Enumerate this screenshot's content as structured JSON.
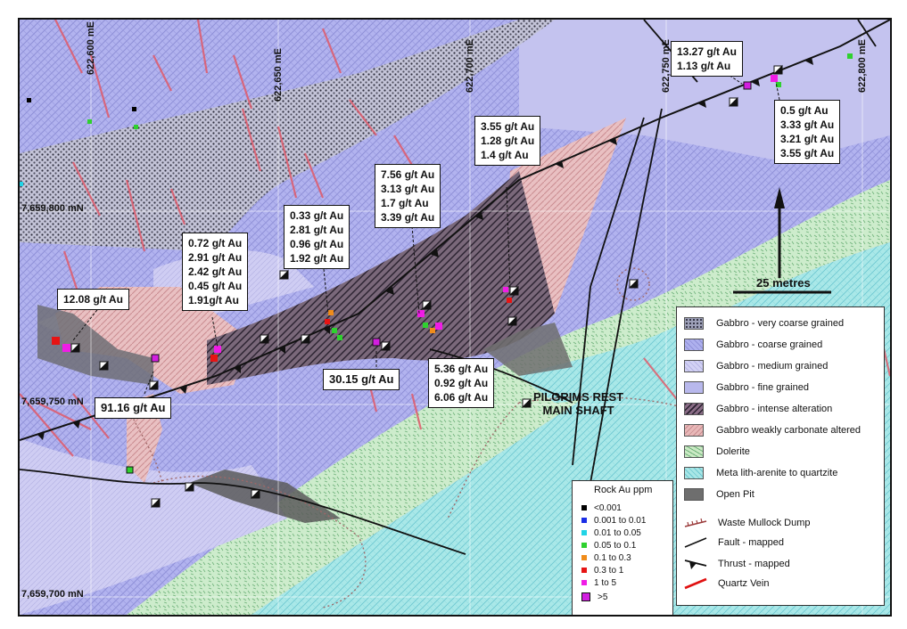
{
  "coordinates": {
    "easting": [
      "622,600 mE",
      "622,650 mE",
      "622,700 mE",
      "622,750 mE",
      "622,800 mE"
    ],
    "northing": [
      "7,659,800 mN",
      "7,659,750 mN",
      "7,659,700 mN"
    ]
  },
  "callouts": [
    {
      "id": "c-12-08",
      "lines": [
        "12.08 g/t Au"
      ]
    },
    {
      "id": "c-91-16",
      "lines": [
        "91.16 g/t Au"
      ]
    },
    {
      "id": "c-0-72",
      "lines": [
        "0.72 g/t Au",
        "2.91 g/t Au",
        "2.42 g/t Au",
        "0.45 g/t Au",
        "1.91g/t Au"
      ]
    },
    {
      "id": "c-0-33",
      "lines": [
        "0.33 g/t Au",
        "2.81 g/t Au",
        "0.96 g/t Au",
        "1.92 g/t Au"
      ]
    },
    {
      "id": "c-30-15",
      "lines": [
        "30.15 g/t Au"
      ]
    },
    {
      "id": "c-7-56",
      "lines": [
        "7.56 g/t Au",
        "3.13 g/t Au",
        "1.7 g/t Au",
        "3.39 g/t Au"
      ]
    },
    {
      "id": "c-5-36",
      "lines": [
        "5.36 g/t Au",
        "0.92 g/t Au",
        "6.06 g/t Au"
      ]
    },
    {
      "id": "c-3-55",
      "lines": [
        "3.55 g/t Au",
        "1.28 g/t Au",
        "1.4 g/t Au"
      ]
    },
    {
      "id": "c-13-27",
      "lines": [
        "13.27 g/t Au",
        "1.13 g/t Au"
      ]
    },
    {
      "id": "c-0-5",
      "lines": [
        "0.5 g/t Au",
        "3.33 g/t Au",
        "3.21 g/t Au",
        "3.55 g/t Au"
      ]
    }
  ],
  "scale_bar": {
    "label": "25 metres"
  },
  "shaft": {
    "line1": "PILGRIMS REST",
    "line2": "MAIN SHAFT"
  },
  "legend": {
    "units": [
      {
        "label": "Gabbro - very coarse grained",
        "color": "#9da0b8"
      },
      {
        "label": "Gabbro - coarse grained",
        "color": "#aeb0ee"
      },
      {
        "label": "Gabbro - medium grained",
        "color": "#c7c6f0"
      },
      {
        "label": "Gabbro - fine grained",
        "color": "#b8b8ec"
      },
      {
        "label": "Gabbro - intense alteration",
        "color": "#8a6c86"
      },
      {
        "label": "Gabbro weakly carbonate altered",
        "color": "#e8b8b8"
      },
      {
        "label": "Dolerite",
        "color": "#cbe9c4"
      },
      {
        "label": "Meta lith-arenite to quartzite",
        "color": "#a8e6e6"
      },
      {
        "label": "Open Pit",
        "color": "#6e6e6e"
      }
    ],
    "lines": [
      {
        "label": "Waste Mullock Dump",
        "icon": "mullock-dump-line-icon"
      },
      {
        "label": "Fault - mapped",
        "icon": "fault-line-icon"
      },
      {
        "label": "Thrust - mapped",
        "icon": "thrust-line-icon"
      },
      {
        "label": "Quartz Vein",
        "icon": "quartz-vein-line-icon"
      }
    ]
  },
  "rock_legend": {
    "title": "Rock Au ppm",
    "classes": [
      {
        "label": "<0.001",
        "color": "#000000"
      },
      {
        "label": "0.001 to 0.01",
        "color": "#1a2ee6"
      },
      {
        "label": "0.01  to 0.05",
        "color": "#21d4e6"
      },
      {
        "label": "0.05  to 0.1",
        "color": "#2fd12f"
      },
      {
        "label": "0.1    to 0.3",
        "color": "#f08c1a"
      },
      {
        "label": "0.3    to 1",
        "color": "#e61414"
      },
      {
        "label": "1       to 5",
        "color": "#f01ce6"
      },
      {
        "label": ">5",
        "color": "#d21ee0"
      }
    ]
  }
}
